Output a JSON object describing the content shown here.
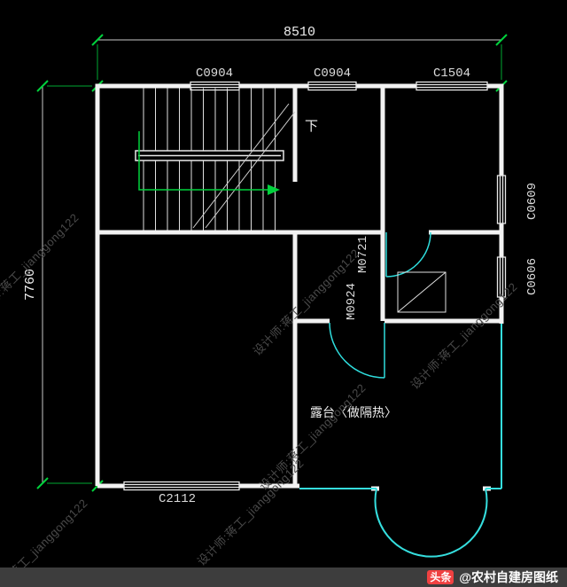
{
  "colors": {
    "background": "#000000",
    "wall": "#f2f2f2",
    "window_line": "#e8e8e8",
    "door_cyan": "#2fdede",
    "railing_cyan": "#35dede",
    "dimension_green": "#00d23c",
    "extension_green": "#00a832",
    "dim_line_gray": "#c8c8c8",
    "label_gray": "#dcdcdc",
    "watermark_gray": "#4a4a4a",
    "footer_bar": "#3d3d3d",
    "toutiao_red": "#f04141"
  },
  "dimensions": {
    "width_total": "8510",
    "height_total": "7760"
  },
  "windows": {
    "c0904_1": "C0904",
    "c0904_2": "C0904",
    "c1504": "C1504",
    "c0609": "C0609",
    "c0606": "C0606",
    "c2112": "C2112"
  },
  "doors": {
    "m0721": "M0721",
    "m0924": "M0924"
  },
  "annotations": {
    "stair_down": "下",
    "terrace_note": "露台〈做隔热〉"
  },
  "watermark": {
    "text": "设计师:蒋工_jianggong122"
  },
  "footer": {
    "logo_text": "头条",
    "account": "@农村自建房图纸"
  }
}
